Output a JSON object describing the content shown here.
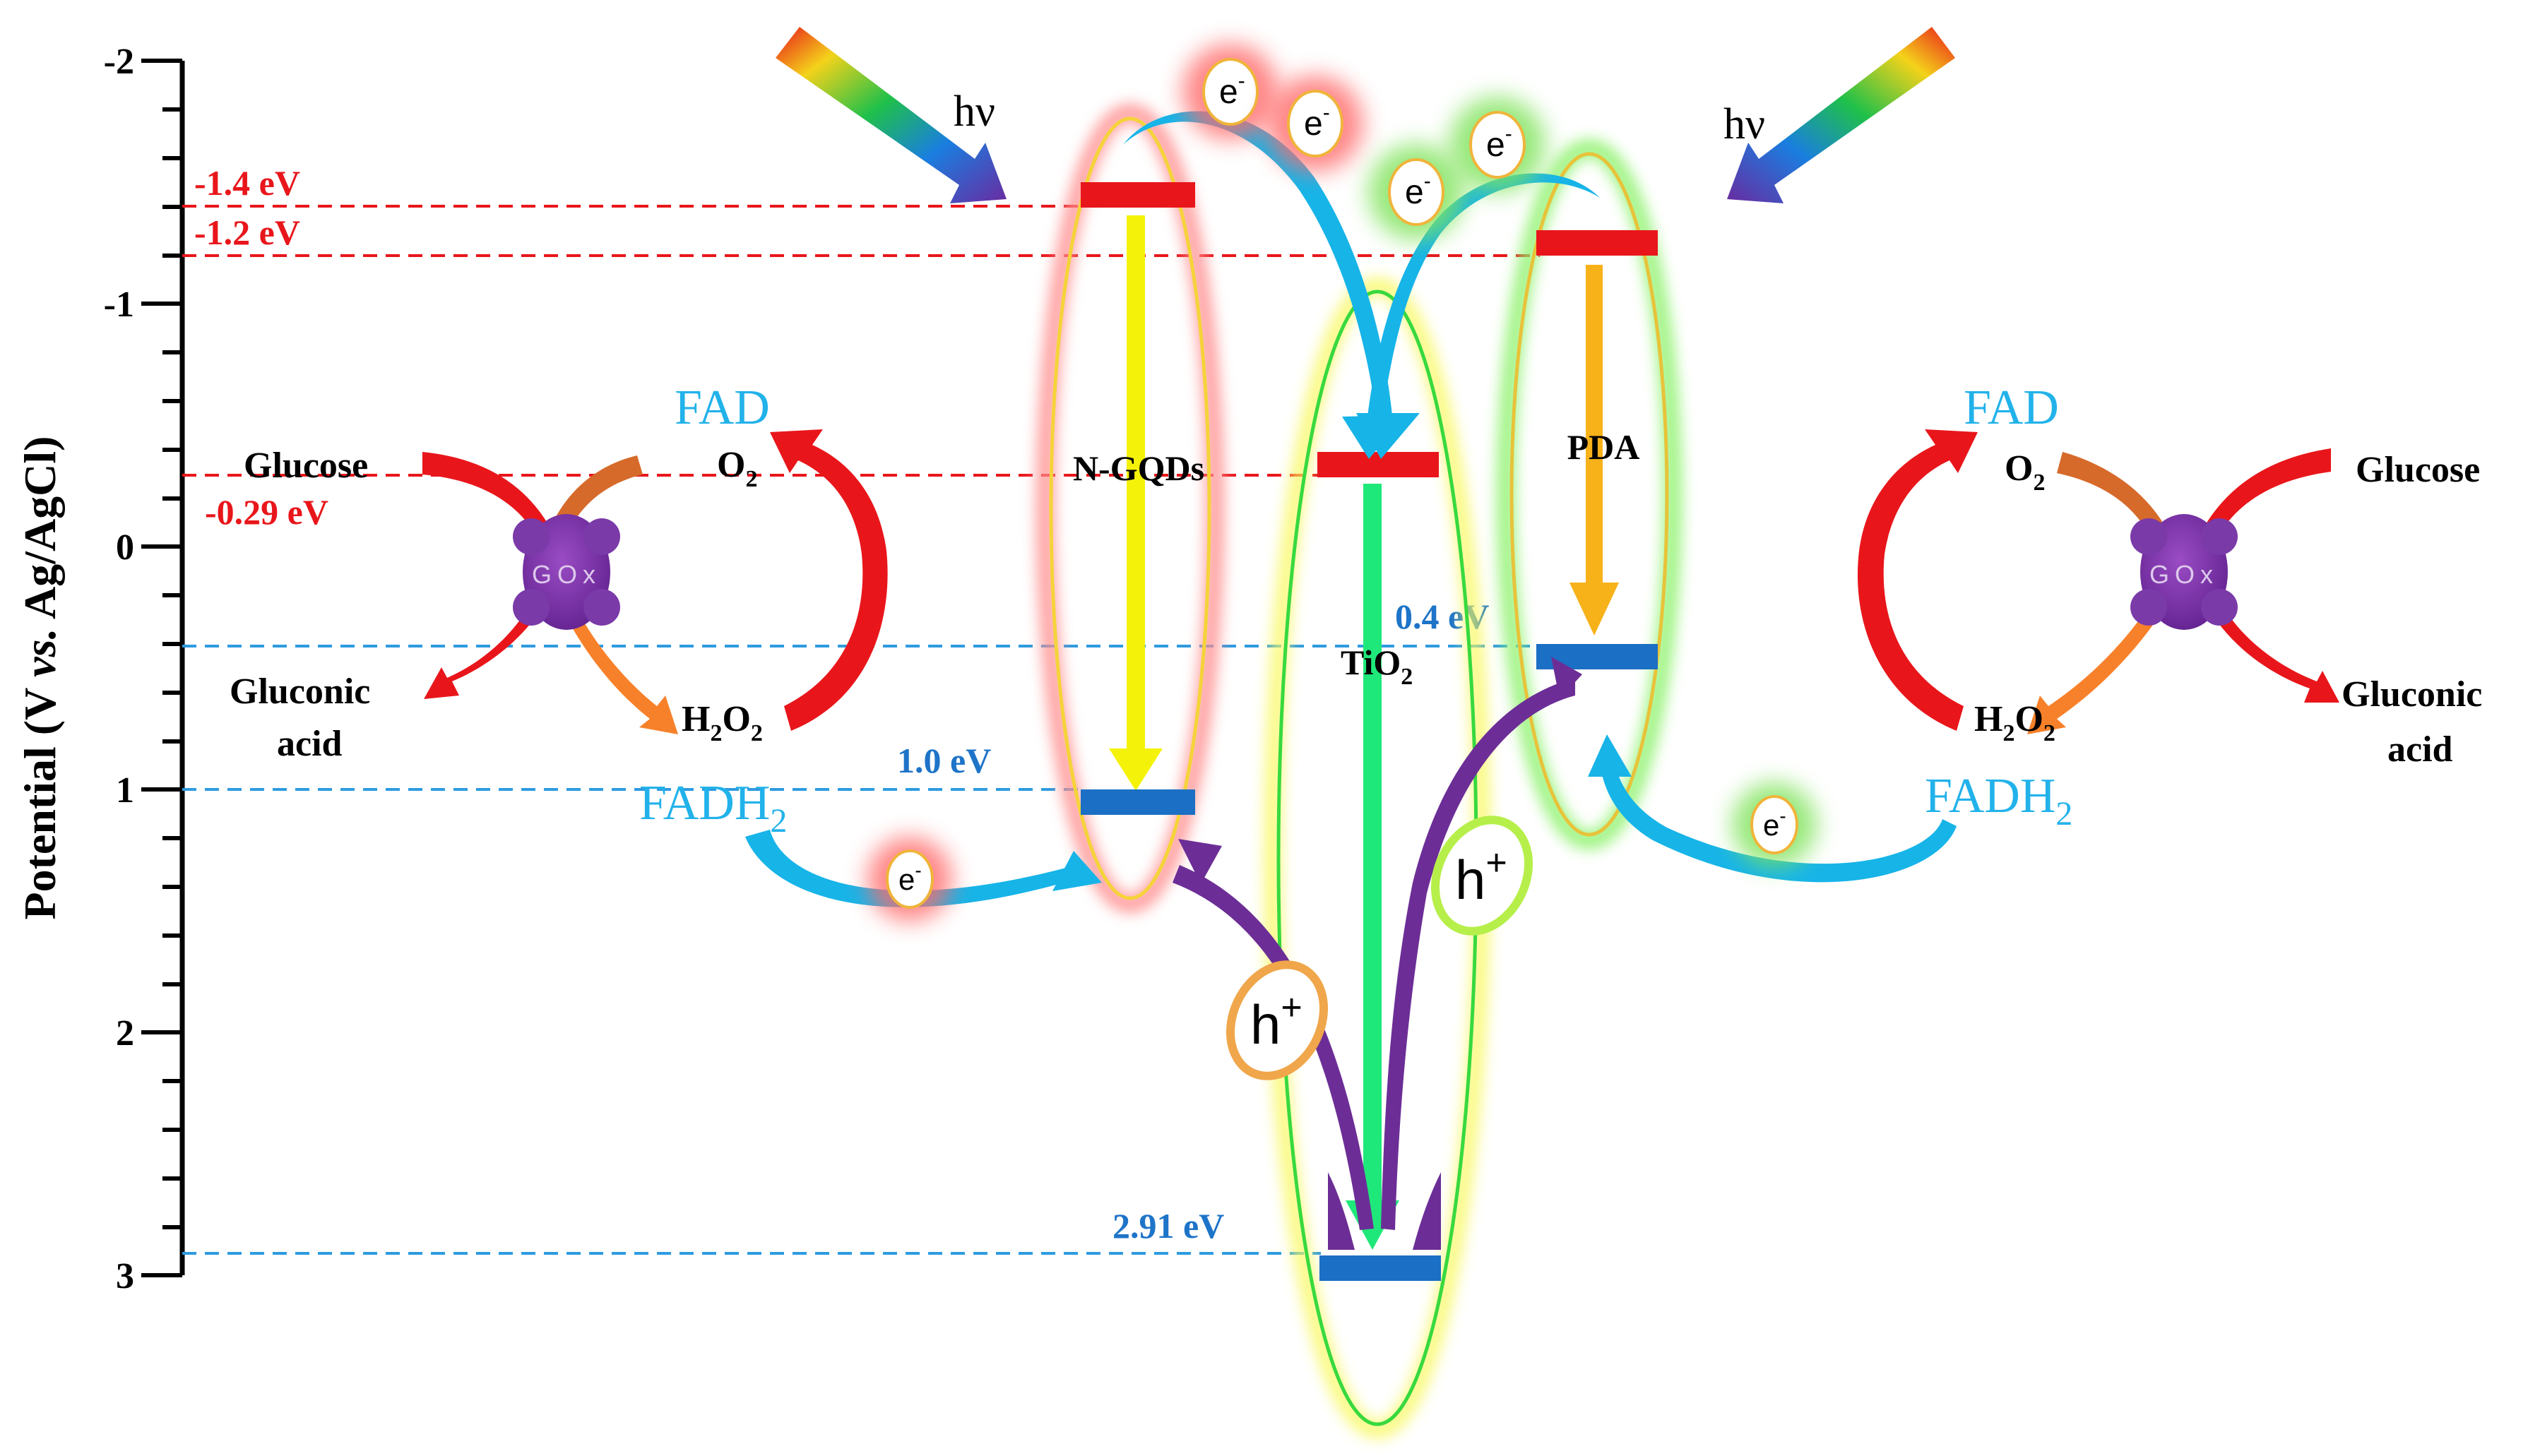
{
  "axis": {
    "label_main": "Potential (V ",
    "label_italic": "vs.",
    "label_end": " Ag/AgCl)",
    "ticks": [
      "-2",
      "-1",
      "0",
      "1",
      "2",
      "3"
    ]
  },
  "levels": {
    "ngqd_cb": "-1.4 eV",
    "pda_cb": "-1.2 eV",
    "tio2_cb": "-0.29 eV",
    "pda_vb": "0.4 eV",
    "ngqd_vb": "1.0 eV",
    "tio2_vb": "2.91 eV"
  },
  "materials": {
    "ngqd": "N-GQDs",
    "tio2_base": "TiO",
    "tio2_sub": "2",
    "pda": "PDA"
  },
  "light": {
    "hv": "hν"
  },
  "carriers": {
    "electron": "e",
    "minus": "-",
    "hole": "h",
    "plus": "+"
  },
  "enzyme": {
    "gox": "GOx",
    "fad": "FAD",
    "fadh_base": "FADH",
    "fadh_sub": "2",
    "glucose": "Glucose",
    "gluconic1": "Gluconic",
    "gluconic2": "acid",
    "o2_base": "O",
    "o2_sub": "2",
    "h2o2_h": "H",
    "h2o2_2a": "2",
    "h2o2_o": "O",
    "h2o2_2b": "2"
  },
  "colors": {
    "red": "#e8161b",
    "blue_level": "#1b6fc4",
    "label_blue": "#1e74c8",
    "cyan": "#17b4e8",
    "purple": "#6c2e96",
    "yellow_arrow": "#f5f20a",
    "orange_arrow": "#f7b21a",
    "green_arrow": "#1fe87a"
  }
}
